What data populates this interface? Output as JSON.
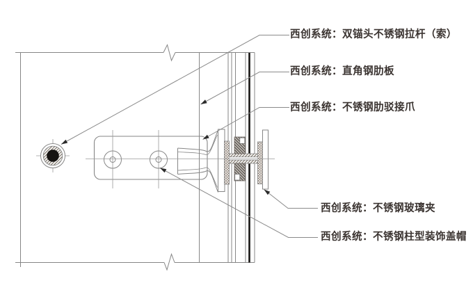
{
  "annotations": [
    {
      "id": "anchor-rod",
      "text": "西创系统：双锚头不锈钢拉杆（索）"
    },
    {
      "id": "rib-plate",
      "text": "西创系统：直角钢肋板"
    },
    {
      "id": "spider-claw",
      "text": "西创系统：不锈钢肋驳接爪"
    },
    {
      "id": "glass-clamp",
      "text": "西创系统：不锈钢玻璃夹"
    },
    {
      "id": "decor-cap",
      "text": "西创系统：不锈钢柱型装饰盖帽"
    }
  ],
  "colors": {
    "line": "#868686",
    "ink": "#161412",
    "label_text": "#3a3330",
    "hatch": "#8f8276"
  }
}
